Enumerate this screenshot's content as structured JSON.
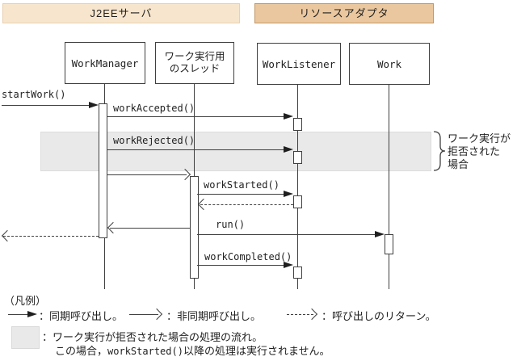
{
  "headers": {
    "left": "J2EEサーバ",
    "right": "リソースアダプタ"
  },
  "lifelines": {
    "workmanager": "WorkManager",
    "thread_line1": "ワーク実行用",
    "thread_line2": "のスレッド",
    "worklistener": "WorkListener",
    "work": "Work"
  },
  "messages": {
    "start_work": "startWork()",
    "work_accepted": "workAccepted()",
    "work_rejected": "workRejected()",
    "work_started": "workStarted()",
    "run": "run()",
    "work_completed": "workCompleted()"
  },
  "annotation": {
    "line1": "ワーク実行が",
    "line2": "拒否された",
    "line3": "場合"
  },
  "legend": {
    "title": "（凡例）",
    "sync_label": "：同期呼び出し。",
    "async_label": "：非同期呼び出し。",
    "return_label": "：呼び出しのリターン。",
    "rejected_label": "：ワーク実行が拒否された場合の処理の流れ。",
    "rejected_note_prefix": "この場合，",
    "rejected_note_code": "workStarted()",
    "rejected_note_suffix": "以降の処理は実行されません。"
  },
  "colors": {
    "j2ee_header_bg": "#f7e6cd",
    "adapter_header_bg": "#eac79e",
    "adapter_header_border": "#c39764",
    "highlight_band_bg": "#e9e9e9",
    "line": "#404040"
  }
}
